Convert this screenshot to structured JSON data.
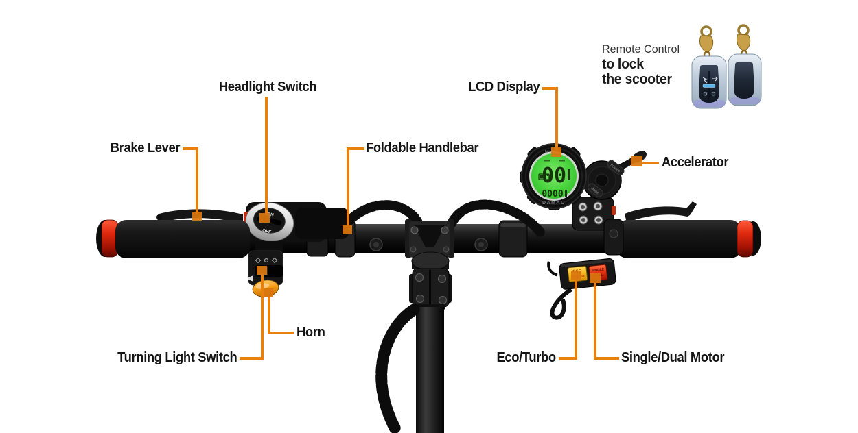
{
  "colors": {
    "background": "#FFFFFF",
    "connector_orange": "#E8800D",
    "marker_orange": "#D9760F",
    "label_text": "#141414",
    "lcd_green": "#3ECF35",
    "grip_ring_red": "#D42A10",
    "eco_button_yellow": "#F5B919",
    "motor_button_red": "#E03010",
    "horn_button_orange": "#F59D18",
    "remote_body_blue": "#C3D0DE"
  },
  "labels": {
    "headlight_switch": "Headlight Switch",
    "brake_lever": "Brake Lever",
    "foldable_handlebar": "Foldable Handlebar",
    "lcd_display": "LCD Display",
    "accelerator": "Accelerator",
    "horn": "Horn",
    "turning_light_switch": "Turning Light Switch",
    "eco_turbo": "Eco/Turbo",
    "single_dual_motor": "Single/Dual Motor"
  },
  "remote": {
    "line1": "Remote Control",
    "line2": "to lock",
    "line3": "the scooter"
  },
  "device": {
    "headlight_on": "ON",
    "headlight_off": "OFF",
    "lcd_brand_top": "MAQI",
    "lcd_brand_bottom": "DAMAO",
    "lcd_speed": "00",
    "lcd_odometer": "0000",
    "throttle_power": "POWER",
    "throttle_mode": "MODE",
    "eco_button_line1": "ECO",
    "eco_button_line2": "TURBO",
    "motor_button_line1": "SINGLE",
    "motor_button_line2": "DUAL"
  }
}
